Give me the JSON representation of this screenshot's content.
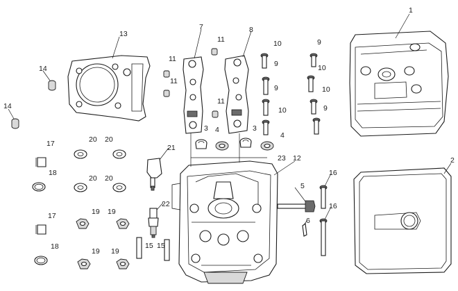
{
  "diagram": {
    "callouts": [
      {
        "id": "c1",
        "label": "1"
      },
      {
        "id": "c2",
        "label": "2"
      },
      {
        "id": "c3a",
        "label": "3"
      },
      {
        "id": "c3b",
        "label": "3"
      },
      {
        "id": "c4a",
        "label": "4"
      },
      {
        "id": "c4b",
        "label": "4"
      },
      {
        "id": "c5",
        "label": "5"
      },
      {
        "id": "c6",
        "label": "6"
      },
      {
        "id": "c7",
        "label": "7"
      },
      {
        "id": "c8",
        "label": "8"
      },
      {
        "id": "c9a",
        "label": "9"
      },
      {
        "id": "c9b",
        "label": "9"
      },
      {
        "id": "c9c",
        "label": "9"
      },
      {
        "id": "c9d",
        "label": "9"
      },
      {
        "id": "c10a",
        "label": "10"
      },
      {
        "id": "c10b",
        "label": "10"
      },
      {
        "id": "c10c",
        "label": "10"
      },
      {
        "id": "c10d",
        "label": "10"
      },
      {
        "id": "c11a",
        "label": "11"
      },
      {
        "id": "c11b",
        "label": "11"
      },
      {
        "id": "c11c",
        "label": "11"
      },
      {
        "id": "c11d",
        "label": "11"
      },
      {
        "id": "c12",
        "label": "12"
      },
      {
        "id": "c13",
        "label": "13"
      },
      {
        "id": "c14a",
        "label": "14"
      },
      {
        "id": "c14b",
        "label": "14"
      },
      {
        "id": "c15a",
        "label": "15"
      },
      {
        "id": "c15b",
        "label": "15"
      },
      {
        "id": "c16a",
        "label": "16"
      },
      {
        "id": "c16b",
        "label": "16"
      },
      {
        "id": "c17a",
        "label": "17"
      },
      {
        "id": "c17b",
        "label": "17"
      },
      {
        "id": "c18a",
        "label": "18"
      },
      {
        "id": "c18b",
        "label": "18"
      },
      {
        "id": "c19a",
        "label": "19"
      },
      {
        "id": "c19b",
        "label": "19"
      },
      {
        "id": "c19c",
        "label": "19"
      },
      {
        "id": "c19d",
        "label": "19"
      },
      {
        "id": "c20a",
        "label": "20"
      },
      {
        "id": "c20b",
        "label": "20"
      },
      {
        "id": "c20c",
        "label": "20"
      },
      {
        "id": "c20d",
        "label": "20"
      },
      {
        "id": "c21",
        "label": "21"
      },
      {
        "id": "c22",
        "label": "22"
      },
      {
        "id": "c23",
        "label": "23"
      }
    ]
  }
}
